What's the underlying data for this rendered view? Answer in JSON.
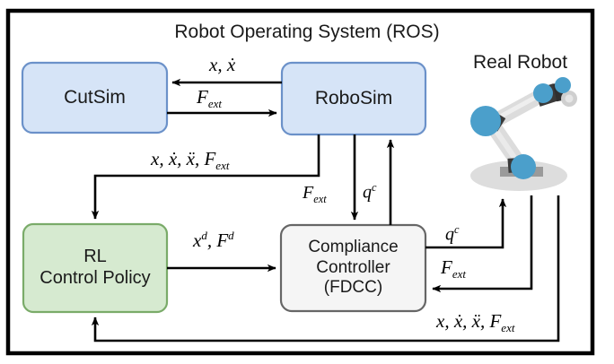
{
  "diagram": {
    "title": "Robot Operating System (ROS)",
    "real_robot_label": "Real Robot"
  },
  "colors": {
    "sim_box_fill": "#d6e4f7",
    "sim_box_stroke": "#6b91c9",
    "policy_box_fill": "#d6ead0",
    "policy_box_stroke": "#7aab69",
    "controller_box_fill": "#f5f5f5",
    "controller_box_stroke": "#666666",
    "frame_stroke": "#000000",
    "arrow_stroke": "#000000",
    "robot_joint": "#4b9fcb",
    "robot_link": "#dcdcdc",
    "robot_collar": "#3a3a3a",
    "robot_base_shadow": "#dddddd"
  },
  "boxes": [
    {
      "id": "cutsim",
      "label": "CutSim"
    },
    {
      "id": "robosim",
      "label": "RoboSim"
    },
    {
      "id": "rl_policy",
      "label": "RL\nControl Policy"
    },
    {
      "id": "compliance",
      "label": "Compliance\nController\n(FDCC)"
    }
  ],
  "signals": {
    "pos_vel": "x, ẋ",
    "force_ext_top": "Fext",
    "state_full_mid": "x, ẋ, ẍ, Fext",
    "force_ext_down": "Fext",
    "joint_cmd_down": "qc",
    "desired": "xd, Fd",
    "joint_cmd_robot": "qc",
    "force_ext_robot": "Fext",
    "state_full_bottom": "x, ẋ, ẍ, Fext"
  }
}
